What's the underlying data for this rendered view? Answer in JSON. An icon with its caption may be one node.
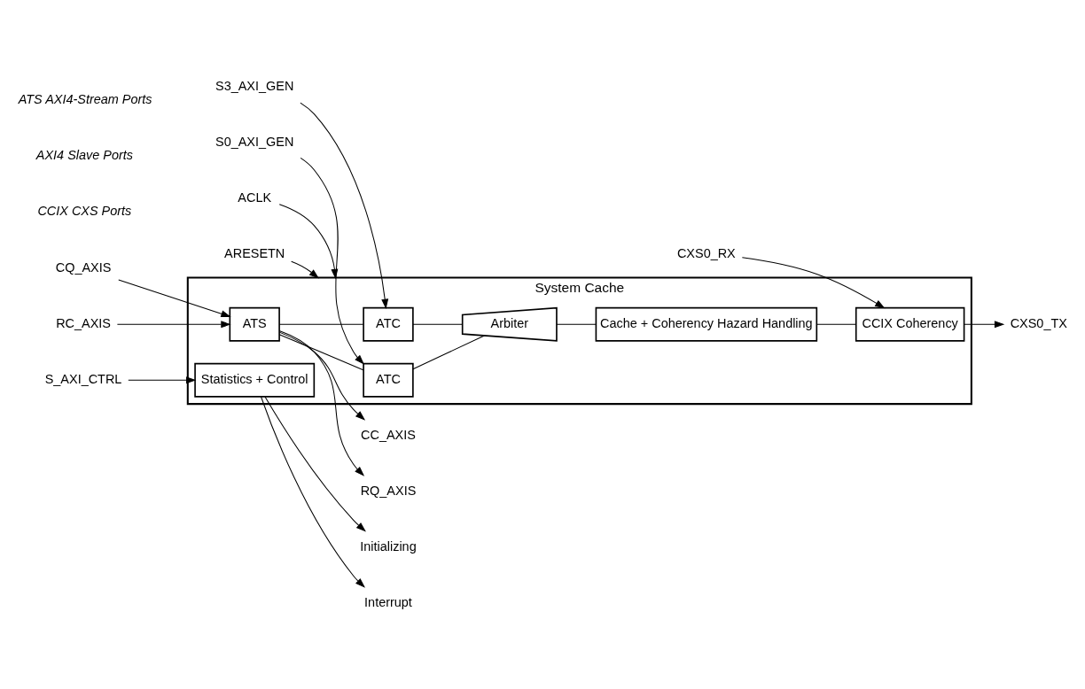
{
  "diagram": {
    "nodes": [
      {
        "text": [
          "System Cache"
        ]
      },
      {
        "text": [
          "ATC"
        ],
        "in": 0
      },
      {
        "text": [
          "ATC"
        ],
        "in": 0
      },
      {
        "text": [
          "Arbiter"
        ],
        "in": 0
      },
      {
        "text": [
          "Cache + Coherency Hazard Handling"
        ],
        "in": 0
      },
      {
        "text": [
          "CCIX Coherency"
        ],
        "in": 0
      },
      {
        "text": [
          "Statistics + Control"
        ],
        "in": 0
      },
      {
        "text": [
          "ATS"
        ],
        "in": 0
      },
      {
        "text": [
          "S0_AXI_GEN"
        ]
      },
      {
        "text": [
          "S3_AXI_GEN"
        ]
      },
      {
        "text": [
          "ACLK"
        ]
      },
      {
        "text": [
          "ARESETN"
        ]
      },
      {
        "text": [
          "CXS0_TX"
        ]
      },
      {
        "text": [
          "CXS0_RX"
        ]
      },
      {
        "text": [
          "CQ_AXIS"
        ]
      },
      {
        "text": [
          "CC_AXIS"
        ]
      },
      {
        "text": [
          "RC_AXIS"
        ]
      },
      {
        "text": [
          "RQ_AXIS"
        ]
      },
      {
        "text": [
          "S_AXI_CTRL"
        ]
      },
      {
        "text": [
          "Initializing"
        ]
      },
      {
        "text": [
          "Interrupt"
        ]
      }
    ],
    "edges": [
      {
        "from": 8,
        "to": 1,
        "arrow": "to"
      },
      {
        "from": 9,
        "to": 2,
        "arrow": "to"
      },
      {
        "from": 1,
        "to": 3,
        "arrow": "none"
      },
      {
        "from": 2,
        "to": 3,
        "arrow": "none"
      },
      {
        "from": 3,
        "to": 4,
        "arrow": "none"
      },
      {
        "from": 4,
        "to": 5,
        "arrow": "none"
      },
      {
        "from": 5,
        "to": 12,
        "arrow": "to"
      },
      {
        "from": 13,
        "to": 5,
        "arrow": "to"
      },
      {
        "from": 10,
        "to": 0,
        "arrow": "to"
      },
      {
        "from": 11,
        "to": 0,
        "arrow": "to"
      },
      {
        "from": 7,
        "to": 1,
        "arrow": "none"
      },
      {
        "from": 7,
        "to": 2,
        "arrow": "none"
      },
      {
        "from": 14,
        "to": 7,
        "arrow": "to"
      },
      {
        "from": 7,
        "to": 15,
        "arrow": "to"
      },
      {
        "from": 16,
        "to": 7,
        "arrow": "to"
      },
      {
        "from": 7,
        "to": 17,
        "arrow": "to"
      },
      {
        "from": 18,
        "to": 6,
        "arrow": "to"
      },
      {
        "from": 6,
        "to": 19,
        "arrow": "to"
      },
      {
        "from": 6,
        "to": 20,
        "arrow": "to"
      }
    ],
    "labels": [
      "CCIX CXS Ports",
      "AXI4 Slave Ports",
      "ATS AXI4-Stream Ports"
    ]
  }
}
